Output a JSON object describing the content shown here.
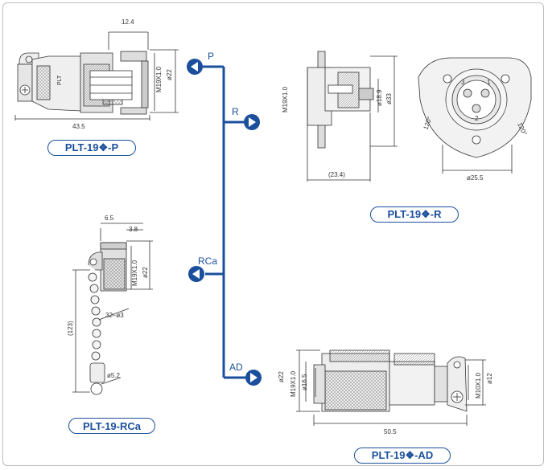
{
  "labels": {
    "p": "PLT-19❖-P",
    "r": "PLT-19❖-R",
    "rca": "PLT-19-RCa",
    "ad": "PLT-19❖-AD"
  },
  "nav": {
    "p": "P",
    "r": "R",
    "rca": "RCa",
    "ad": "AD"
  },
  "dims": {
    "p": {
      "top": "12.4",
      "thread": "M19X1.0",
      "dia": "ø22",
      "length": "43.5"
    },
    "r": {
      "thread": "M19X1.0",
      "inner": "ø18.9",
      "outer": "ø33",
      "depth": "(23.4)",
      "face": "ø25.5",
      "angle_left": "120°",
      "angle_right": "120°",
      "pin1": "1",
      "pin2": "2",
      "pin3": "3"
    },
    "rca": {
      "w1": "6.5",
      "w2": "3.8",
      "thread": "M19X1.0",
      "dia": "ø22",
      "chain": "32–ø3",
      "length": "(123)",
      "ring": "ø5.2"
    },
    "ad": {
      "dia": "ø22",
      "thread": "M19X1.0",
      "inner": "ø16.5",
      "thread2": "M10X1.0",
      "dia2": "ø12",
      "length": "50.5"
    }
  },
  "colors": {
    "accent": "#1b4f9c",
    "line": "#333333",
    "fill": "#d9d9d9"
  }
}
